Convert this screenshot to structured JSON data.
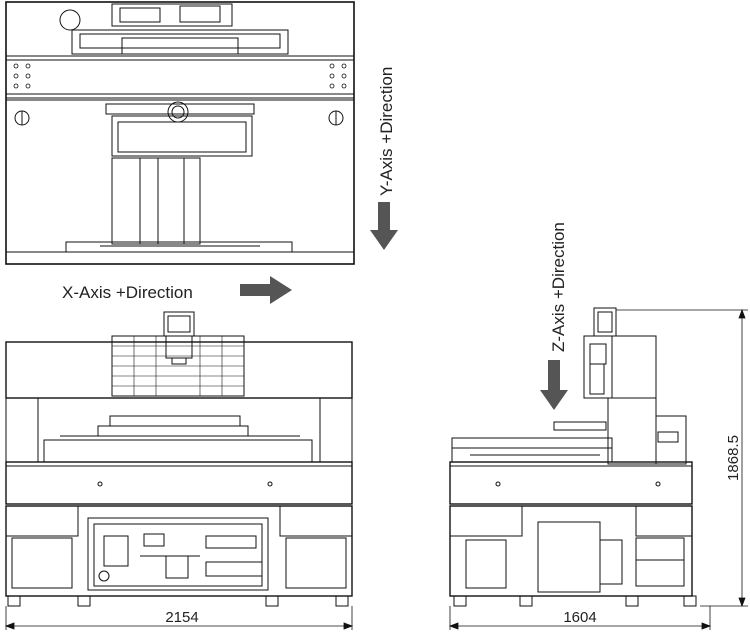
{
  "labels": {
    "y_axis": "Y-Axis +Direction",
    "x_axis": "X-Axis +Direction",
    "z_axis": "Z-Axis +Direction"
  },
  "dimensions": {
    "front_width": "2154",
    "side_width": "1604",
    "height": "1868.5"
  },
  "colors": {
    "line": "#111111",
    "arrow": "#555555"
  }
}
